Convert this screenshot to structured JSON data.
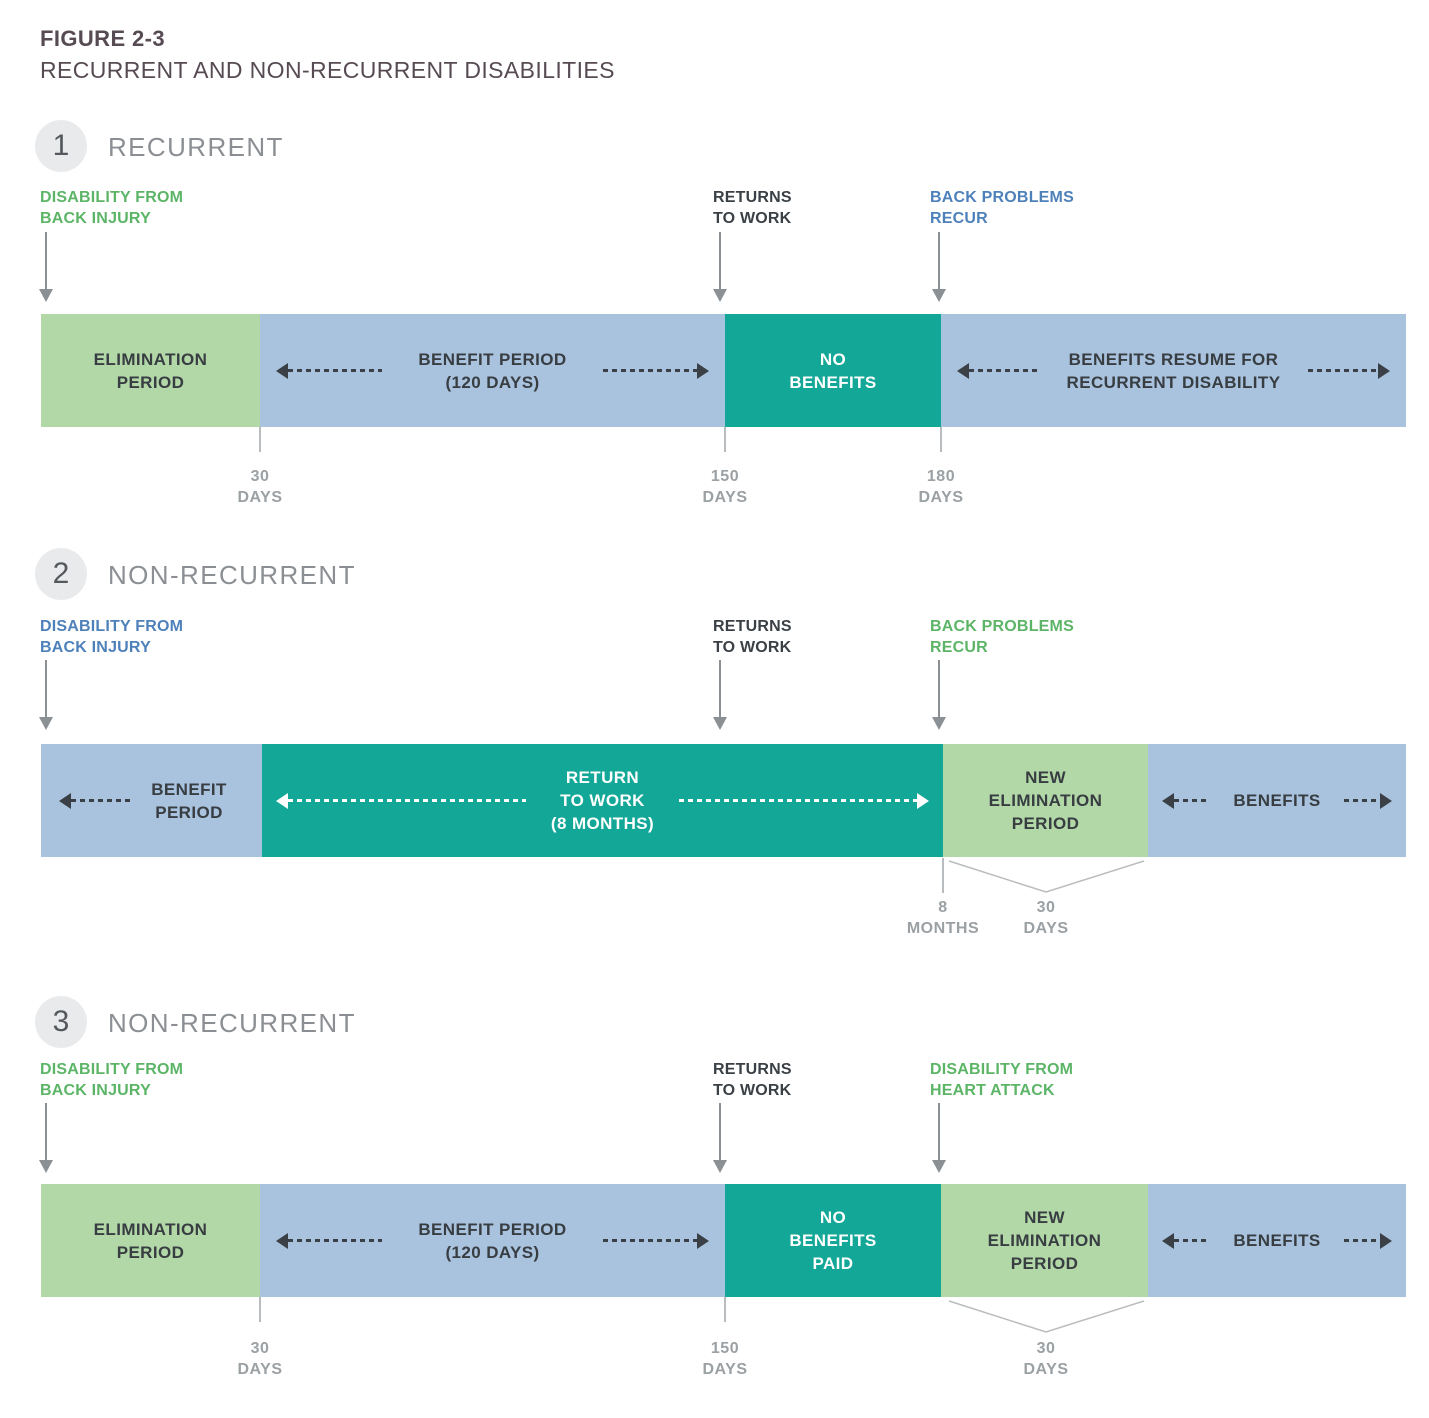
{
  "header": {
    "figure_label": "FIGURE 2-3",
    "title": "RECURRENT AND NON-RECURRENT DISABILITIES"
  },
  "colors": {
    "elimination_green_block": "#b2d8a8",
    "benefit_blue_block": "#a9c3de",
    "no_benefits_teal_block": "#13a797",
    "annotation_green": "#5cb567",
    "annotation_blue": "#4e81ba",
    "annotation_dark": "#3a4045",
    "arrow_gray": "#8b9095",
    "tick_gray": "#9aa0a3",
    "title_plum": "#574b53"
  },
  "sections": [
    {
      "number": "1",
      "label": "RECURRENT",
      "annotations": [
        {
          "line1": "DISABILITY FROM",
          "line2": "BACK INJURY",
          "color": "green"
        },
        {
          "line1": "RETURNS",
          "line2": "TO WORK",
          "color": "dark"
        },
        {
          "line1": "BACK PROBLEMS",
          "line2": "RECUR",
          "color": "blue"
        }
      ],
      "segments": [
        {
          "line1": "ELIMINATION",
          "line2": "PERIOD"
        },
        {
          "line1": "BENEFIT PERIOD",
          "line2": "(120 DAYS)"
        },
        {
          "line1": "NO",
          "line2": "BENEFITS"
        },
        {
          "line1": "BENEFITS RESUME FOR",
          "line2": "RECURRENT DISABILITY"
        }
      ],
      "ticks": [
        {
          "value": "30",
          "unit": "DAYS"
        },
        {
          "value": "150",
          "unit": "DAYS"
        },
        {
          "value": "180",
          "unit": "DAYS"
        }
      ]
    },
    {
      "number": "2",
      "label": "NON-RECURRENT",
      "annotations": [
        {
          "line1": "DISABILITY FROM",
          "line2": "BACK INJURY",
          "color": "blue"
        },
        {
          "line1": "RETURNS",
          "line2": "TO WORK",
          "color": "dark"
        },
        {
          "line1": "BACK PROBLEMS",
          "line2": "RECUR",
          "color": "green"
        }
      ],
      "segments": [
        {
          "line1": "BENEFIT",
          "line2": "PERIOD"
        },
        {
          "line1": "RETURN",
          "line2": "TO WORK",
          "line3": "(8 MONTHS)"
        },
        {
          "line1": "NEW",
          "line2": "ELIMINATION",
          "line3": "PERIOD"
        },
        {
          "line1": "BENEFITS"
        }
      ],
      "ticks": [
        {
          "value": "8",
          "unit": "MONTHS"
        },
        {
          "value": "30",
          "unit": "DAYS"
        }
      ]
    },
    {
      "number": "3",
      "label": "NON-RECURRENT",
      "annotations": [
        {
          "line1": "DISABILITY FROM",
          "line2": "BACK INJURY",
          "color": "green"
        },
        {
          "line1": "RETURNS",
          "line2": "TO WORK",
          "color": "dark"
        },
        {
          "line1": "DISABILITY FROM",
          "line2": "HEART ATTACK",
          "color": "green"
        }
      ],
      "segments": [
        {
          "line1": "ELIMINATION",
          "line2": "PERIOD"
        },
        {
          "line1": "BENEFIT PERIOD",
          "line2": "(120 DAYS)"
        },
        {
          "line1": "NO",
          "line2": "BENEFITS",
          "line3": "PAID"
        },
        {
          "line1": "NEW",
          "line2": "ELIMINATION",
          "line3": "PERIOD"
        },
        {
          "line1": "BENEFITS"
        }
      ],
      "ticks": [
        {
          "value": "30",
          "unit": "DAYS"
        },
        {
          "value": "150",
          "unit": "DAYS"
        },
        {
          "value": "30",
          "unit": "DAYS"
        }
      ]
    }
  ]
}
